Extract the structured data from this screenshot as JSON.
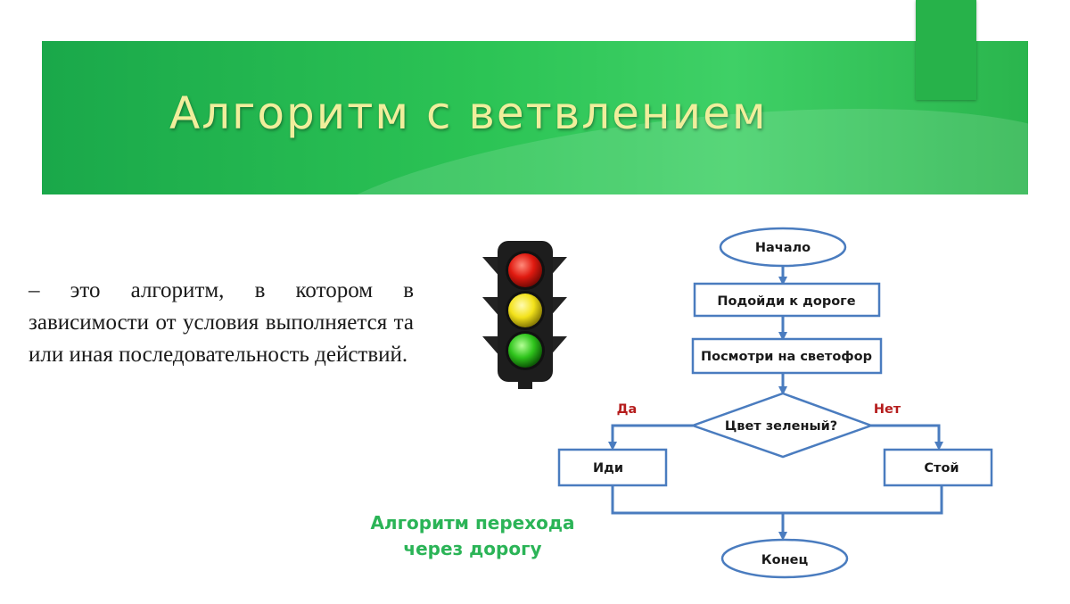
{
  "slide": {
    "title": "Алгоритм с ветвлением",
    "definition": "– это алгоритм, в котором в зависимости от условия выполняется та или иная последовательность действий.",
    "caption_line1": "Алгоритм перехода",
    "caption_line2": "через дорогу",
    "colors": {
      "banner": "#2cc455",
      "title_text": "#f0ee9c",
      "caption": "#2bb457",
      "flow_stroke": "#4a7cbf",
      "branch_label": "#b51c1c"
    }
  },
  "traffic_light": {
    "icon": "traffic-light-icon",
    "lights": [
      "red",
      "yellow",
      "green"
    ]
  },
  "flowchart": {
    "start": "Начало",
    "step1": "Подойди к дороге",
    "step2": "Посмотри на светофор",
    "condition": "Цвет зеленый?",
    "yes_label": "Да",
    "no_label": "Нет",
    "yes_action": "Иди",
    "no_action": "Стой",
    "end": "Конец"
  }
}
